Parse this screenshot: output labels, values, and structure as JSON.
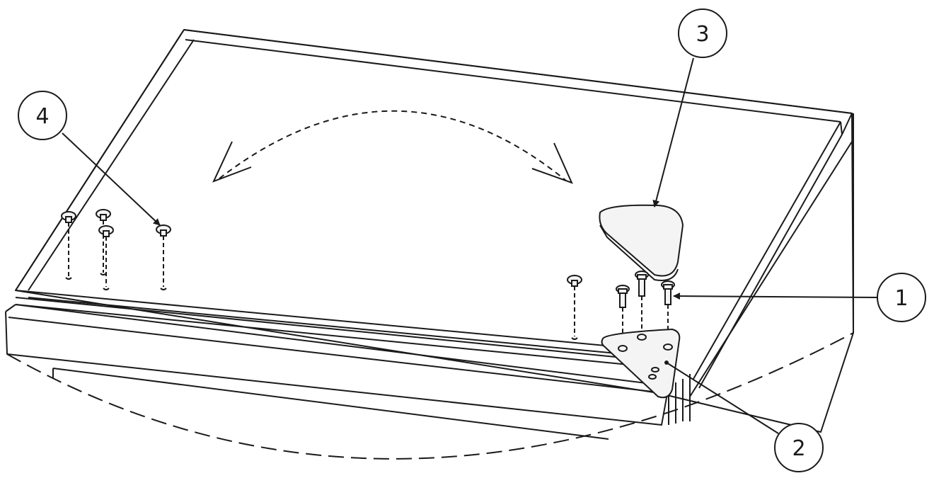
{
  "callouts": [
    {
      "id": "1",
      "label": "1"
    },
    {
      "id": "2",
      "label": "2"
    },
    {
      "id": "3",
      "label": "3"
    },
    {
      "id": "4",
      "label": "4"
    }
  ],
  "colors": {
    "line": "#1a1a1a",
    "background": "#ffffff",
    "part_fill": "#f4f4f4"
  }
}
